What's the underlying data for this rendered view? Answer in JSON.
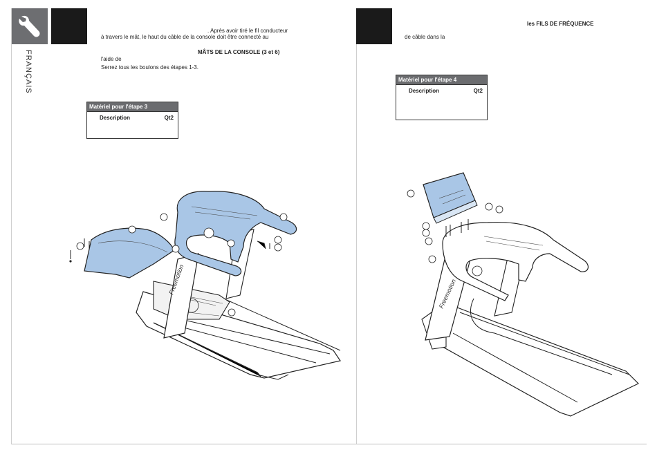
{
  "left_page": {
    "language_tab": "FRANÇAIS",
    "text_line_1": ". Après avoir tiré le fil conducteur",
    "text_line_2": "à travers le mât, le haut du câble de la console doit être connecté au",
    "heading": "MÂTS DE LA CONSOLE (3 et 6)",
    "text_line_3": "l'aide de",
    "text_line_4": "Serrez tous les boulons des étapes 1-3.",
    "hardware_table": {
      "title": "Matériel pour l'étape 3",
      "col_description": "Description",
      "col_qty": "Qt2"
    }
  },
  "right_page": {
    "heading": "les FILS DE FRÉQUENCE",
    "text_line_1": "de câble dans la",
    "hardware_table": {
      "title": "Matériel pour l'étape 4",
      "col_description": "Description",
      "col_qty": "Qt2"
    }
  },
  "colors": {
    "tool_box": "#6d6e71",
    "black_box": "#1a1a1a",
    "highlight_part": "#a9c6e6",
    "table_header": "#6b6c6f"
  },
  "icons": {
    "tool": "wrench-icon"
  }
}
